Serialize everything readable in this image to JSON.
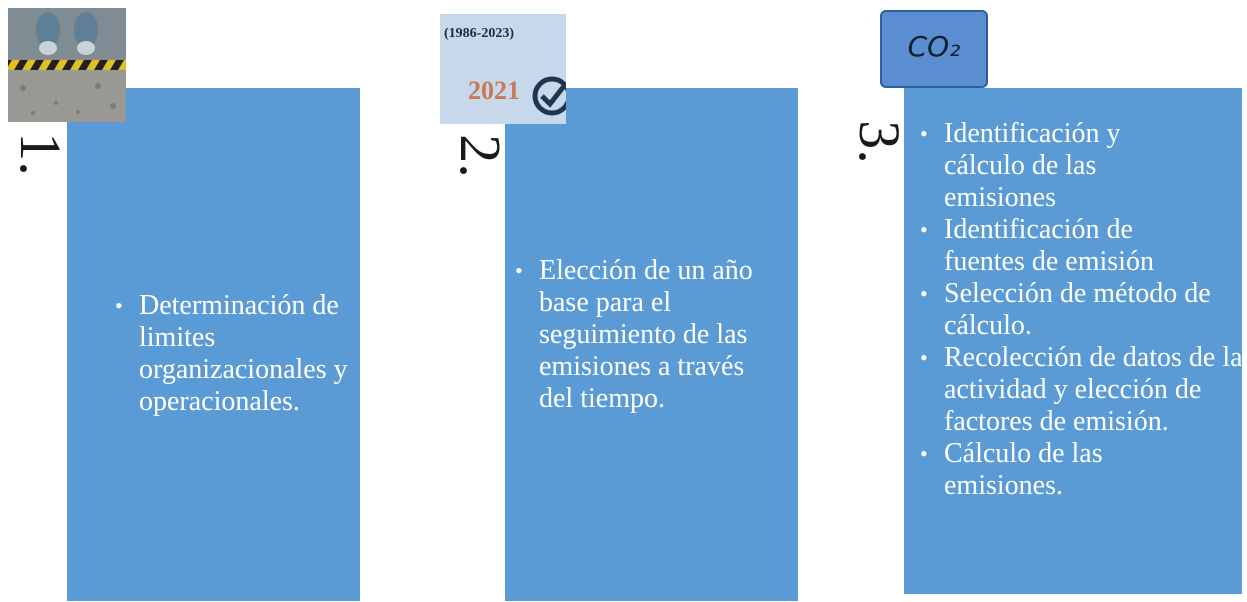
{
  "steps": [
    {
      "number": "1.",
      "image": "road-footprint-icon",
      "bullets": [
        "Determinación de limites organizacionales y operacionales."
      ]
    },
    {
      "number": "2.",
      "image": "calendar-check-icon",
      "image_caption": "(1986-2023)",
      "image_year": "2021",
      "bullets": [
        "Elección de un año base para el seguimiento de las emisiones a través del tiempo."
      ]
    },
    {
      "number": "3.",
      "image": "co2-icon",
      "image_label": "CO₂",
      "bullets": [
        "Identificación y cálculo de las emisiones",
        "Identificación de fuentes de emisión",
        "Selección de método de cálculo.",
        "Recolección de datos de la actividad y elección de factores de emisión.",
        "Cálculo de las emisiones."
      ]
    }
  ],
  "colors": {
    "panel": "#5b9bd5",
    "text": "#ffffff",
    "number": "#1a1a1a"
  }
}
